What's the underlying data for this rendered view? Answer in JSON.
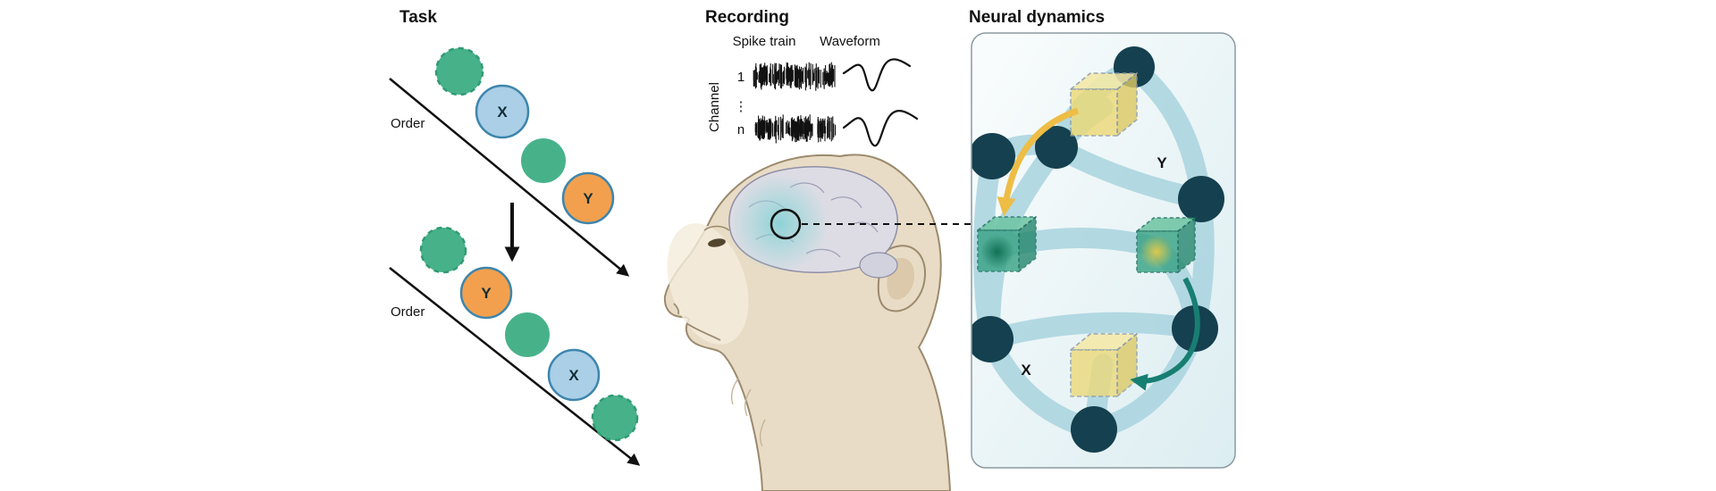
{
  "task": {
    "title": "Task",
    "order_top": "Order",
    "order_bottom": "Order",
    "label_x": "X",
    "label_y": "Y",
    "sequence_top": [
      "green-dashed",
      "X",
      "green",
      "Y"
    ],
    "sequence_bottom": [
      "green-dashed",
      "Y",
      "green",
      "X",
      "green-dashed"
    ]
  },
  "recording": {
    "title": "Recording",
    "spike_train_label": "Spike train",
    "waveform_label": "Waveform",
    "channel_label": "Channel",
    "channel_first": "1",
    "channel_ellipsis": "⋮",
    "channel_last": "n"
  },
  "neural": {
    "title": "Neural dynamics",
    "cube_label_y": "Y",
    "cube_label_x": "X"
  },
  "colors": {
    "background": "#ffffff",
    "green": "#47b28a",
    "green_dark": "#2f9b72",
    "blue_fill": "#aacfe6",
    "blue_stroke": "#3d85ad",
    "orange": "#f2a04e",
    "black": "#111111",
    "panel_border": "#8a9aa0",
    "node_dark": "#14404f",
    "link_blue": "#a9d4df",
    "cube_yellow_top": "#f4e9a6",
    "cube_yellow_front": "#ecd977",
    "cube_yellow_side": "#dcc963",
    "cube_green_top": "#6cc4a2",
    "cube_green_front": "#35a183",
    "cube_green_side": "#23866c",
    "arrow_yellow": "#eebd45",
    "arrow_teal": "#177e72",
    "monkey_skin": "#e9dcc6",
    "monkey_outline": "#9b8a6d",
    "brain_fill": "#dddde6",
    "brain_stroke": "#8c8ca6",
    "brain_glow": "#7fd0d2"
  }
}
